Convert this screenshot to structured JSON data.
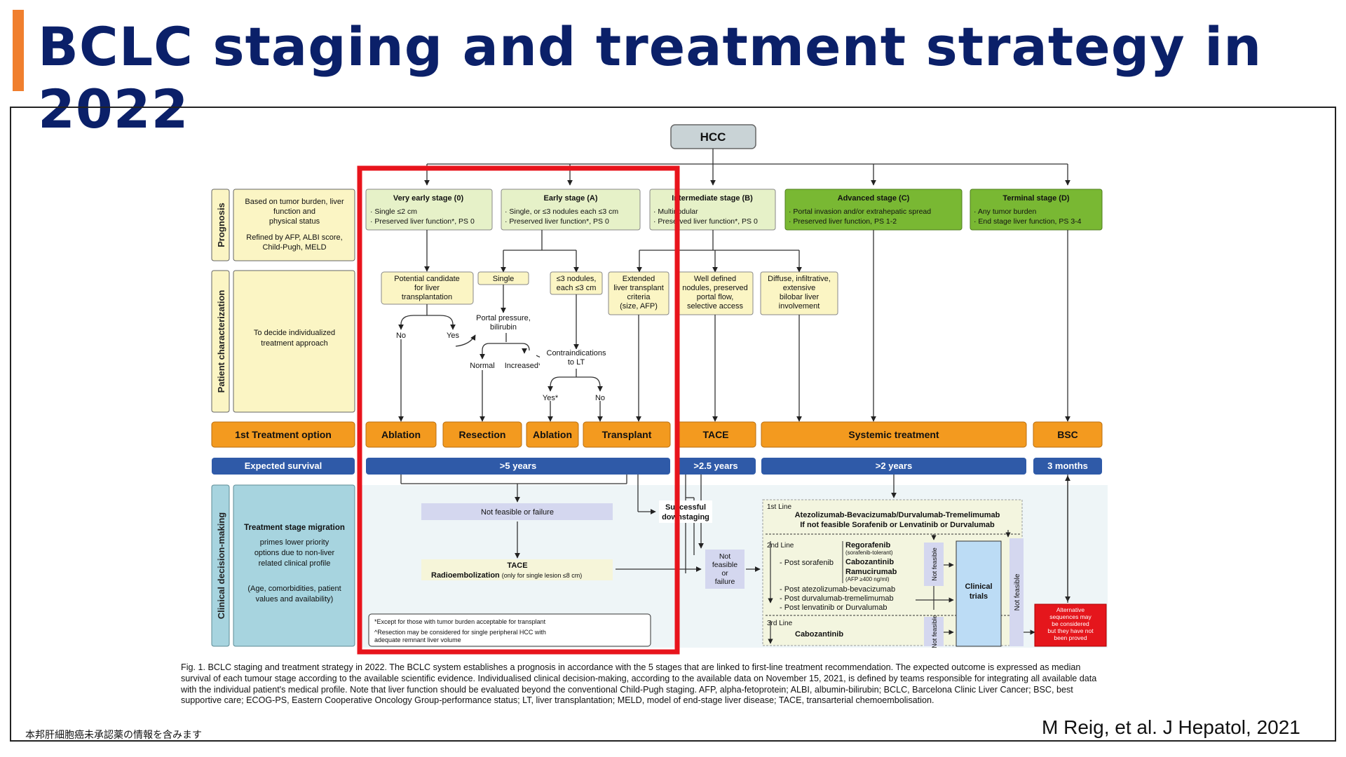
{
  "slide": {
    "title": "BCLC staging and treatment strategy in 2022",
    "caption": "Fig. 1. BCLC staging and treatment strategy in 2022. The BCLC system establishes a prognosis in accordance with the 5 stages that are linked to first-line treatment recommendation. The expected outcome is expressed as median survival of each tumour stage according to the available scientific evidence. Individualised clinical decision-making, according to the available data on November 15, 2021, is defined by teams responsible for integrating all available data with the individual patient's medical profile. Note that liver function should be evaluated beyond the conventional Child-Pugh staging. AFP, alpha-fetoprotein; ALBI, albumin-bilirubin; BCLC, Barcelona Clinic Liver Cancer; BSC, best supportive care; ECOG-PS, Eastern Cooperative Oncology Group-performance status; LT, liver transplantation; MELD, model of end-stage liver disease; TACE, transarterial chemoembolisation.",
    "note_jp": "本邦肝細胞癌未承認薬の情報を含みます",
    "citation": "M Reig, et al. J Hepatol, 2021"
  },
  "colors": {
    "title": "#0b2069",
    "accent_bar": "#f07f2e",
    "highlight": "#e8141c",
    "stage_light": "#e6f1c8",
    "stage_dark": "#79b833",
    "yellow": "#fbf5c4",
    "orange": "#f39a1f",
    "blue": "#2f5aa8",
    "teal": "#a7d4df",
    "lavender": "#d4d7ef"
  },
  "diagram": {
    "hcc": "HCC",
    "side": {
      "prognosis": "Prognosis",
      "patient": "Patient characterization",
      "clinical": "Clinical decision-making",
      "prognosis_text1": [
        "Based on tumor burden, liver",
        "function and",
        "physical status"
      ],
      "prognosis_text2": [
        "Refined by AFP, ALBI score,",
        "Child-Pugh, MELD"
      ],
      "patient_text": [
        "To decide individualized",
        "treatment approach"
      ],
      "first_option": "1st Treatment option",
      "survival": "Expected survival",
      "migration_title": "Treatment stage migration",
      "migration_text": [
        "primes lower priority",
        "options due to non-liver",
        "related clinical profile"
      ],
      "migration_text2": [
        "(Age, comorbidities, patient",
        "values and availability)"
      ]
    },
    "stages": {
      "s0": {
        "title": "Very early stage (0)",
        "l1": "· Single ≤2 cm",
        "l2": "· Preserved liver function*, PS 0"
      },
      "sa": {
        "title": "Early stage (A)",
        "l1": "· Single, or ≤3 nodules each ≤3 cm",
        "l2": "· Preserved liver function*, PS 0"
      },
      "sb": {
        "title": "Intermediate stage (B)",
        "l1": "· Multinodular",
        "l2": "· Preserved liver function*, PS 0"
      },
      "sc": {
        "title": "Advanced stage (C)",
        "l1": "· Portal invasion and/or extrahepatic spread",
        "l2": "· Preserved liver function, PS 1-2"
      },
      "sd": {
        "title": "Terminal stage (D)",
        "l1": "· Any tumor burden",
        "l2": "· End stage liver function, PS 3-4"
      }
    },
    "char": {
      "candidate": [
        "Potential candidate",
        "for liver",
        "transplantation"
      ],
      "single": "Single",
      "nodules": [
        "≤3 nodules,",
        "each ≤3 cm"
      ],
      "extended": [
        "Extended",
        "liver transplant",
        "criteria",
        "(size, AFP)"
      ],
      "welldef": [
        "Well defined",
        "nodules, preserved",
        "portal flow,",
        "selective access"
      ],
      "diffuse": [
        "Diffuse, infiltrative,",
        "extensive",
        "bilobar liver",
        "involvement"
      ],
      "no1": "No",
      "yes1": "Yes",
      "portal": [
        "Portal pressure,",
        "bilirubin"
      ],
      "normal": "Normal",
      "increased": "Increased*",
      "contra": [
        "Contraindications",
        "to LT"
      ],
      "yes2": "Yes*",
      "no2": "No"
    },
    "treat": {
      "ablation1": "Ablation",
      "resection": "Resection",
      "ablation2": "Ablation",
      "transplant": "Transplant",
      "tace": "TACE",
      "systemic": "Systemic treatment",
      "bsc": "BSC"
    },
    "survival": {
      "s5": ">5 years",
      "s25": ">2.5 years",
      "s2": ">2 years",
      "s3m": "3 months"
    },
    "decision": {
      "notfeasible": "Not  feasible or failure",
      "tace2": "TACE",
      "radio": "Radioembolization",
      "radio_small": "(only  for single lesion ≤8 cm)",
      "successful": [
        "Successful",
        "downstaging"
      ],
      "nf_box": [
        "Not",
        "feasible",
        "or",
        "failure"
      ],
      "footnote1": "*Except for  those with tumor burden acceptable for transplant",
      "footnote2": [
        "^Resection may be considered for single peripheral HCC with",
        "adequate remnant liver volume"
      ],
      "line1": "1st Line",
      "line1_drug": "Atezolizumab-Bevacizumab/Durvalumab-Tremelimumab",
      "line1_alt": "If not feasible Sorafenib or Lenvatinib or Durvalumab",
      "line2": "2nd Line",
      "post_sor": "- Post sorafenib",
      "rego": "Regorafenib",
      "rego_note": "(sorafenib-tolerant)",
      "cabo": "Cabozantinib",
      "ramu": "Ramucirumab",
      "ramu_note": "(AFP ≥400 ng/ml)",
      "post_atezo": "- Post atezolizumab-bevacizumab",
      "post_durva": "- Post durvalumab-tremelimumab",
      "post_lenva": "- Post lenvatinib or Durvalumab",
      "line3": "3rd Line",
      "cabo3": "Cabozantinib",
      "not_feasible_v": "Not feasible",
      "trials": [
        "Clinical",
        "trials"
      ],
      "alt": [
        "Alternative",
        "sequences may",
        "be considered",
        "but they have not",
        "been proved"
      ]
    }
  }
}
